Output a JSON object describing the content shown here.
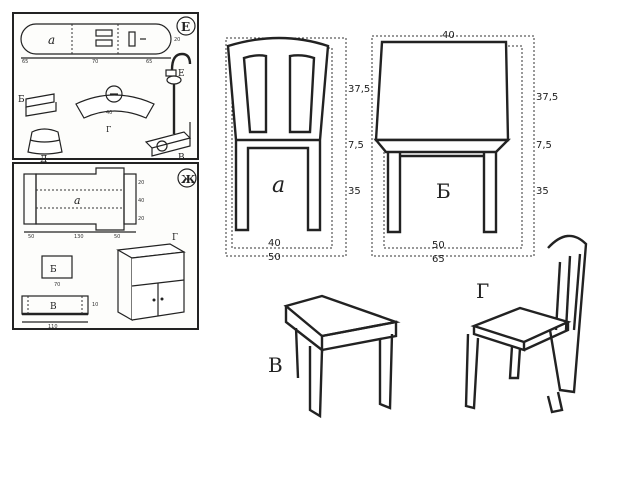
{
  "panel_e": {
    "badge": "Е",
    "labels": {
      "a": "а",
      "b": "Б",
      "g": "Г",
      "d": "Д",
      "v": "В"
    },
    "dims": [
      "65",
      "70",
      "65",
      "20",
      "40"
    ]
  },
  "panel_zh": {
    "badge": "Ж",
    "labels": {
      "a": "а",
      "b": "Б",
      "g": "Г",
      "v": "В"
    },
    "dims": [
      "50",
      "130",
      "50",
      "20",
      "40",
      "20",
      "70",
      "110",
      "10"
    ]
  },
  "chairs": {
    "a": {
      "label": "а",
      "dim_top": "",
      "dim_side": [
        "37,5",
        "7,5",
        "35"
      ],
      "dim_bottom": [
        "40",
        "50"
      ]
    },
    "b": {
      "label": "Б",
      "dim_top": "40",
      "dim_side": [
        "37,5",
        "7,5",
        "35"
      ],
      "dim_bottom": [
        "50",
        "65"
      ]
    },
    "v": {
      "label": "В"
    },
    "g": {
      "label": "Г"
    }
  }
}
